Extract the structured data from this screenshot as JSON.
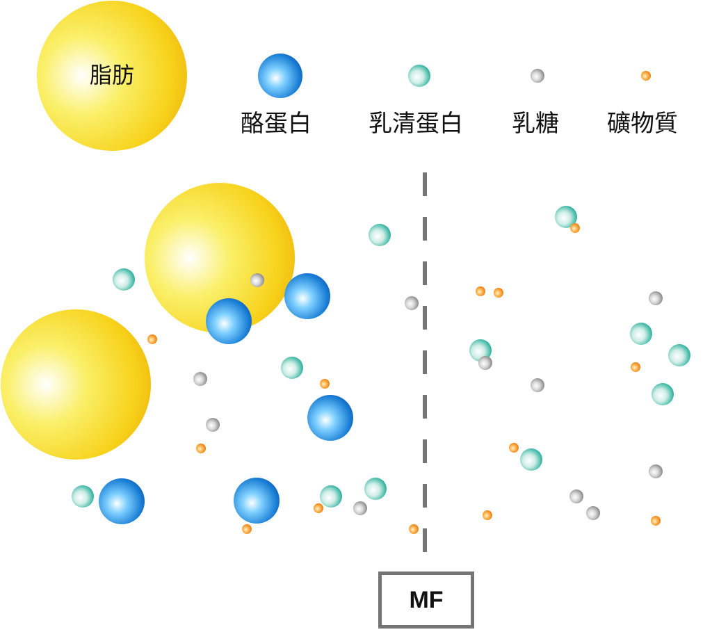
{
  "legend": {
    "fat": "脂肪",
    "casein": "酪蛋白",
    "whey_protein": "乳清蛋白",
    "lactose": "乳糖",
    "minerals": "礦物質"
  },
  "membrane": {
    "label": "MF"
  },
  "colors": {
    "fat": "#f7d21a",
    "casein": "#1b7fd6",
    "whey_protein": "#2aa898",
    "lactose": "#8a8a8a",
    "minerals": "#f07a10",
    "membrane_line": "#757575"
  }
}
